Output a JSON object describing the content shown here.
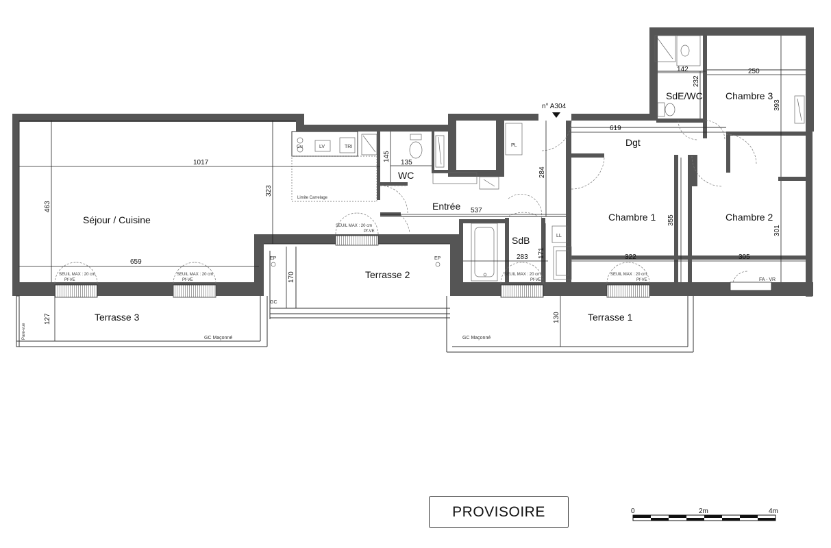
{
  "unit_ref": "n° A304",
  "rooms": {
    "sejour": "Séjour / Cuisine",
    "wc": "WC",
    "entree": "Entrée",
    "sdb": "SdB",
    "dgt": "Dgt",
    "sde": "SdE/WC",
    "chambre1": "Chambre 1",
    "chambre2": "Chambre 2",
    "chambre3": "Chambre 3",
    "terrasse1": "Terrasse 1",
    "terrasse2": "Terrasse 2",
    "terrasse3": "Terrasse 3"
  },
  "dimensions": {
    "d1017": "1017",
    "d463": "463",
    "d323": "323",
    "d659": "659",
    "d135": "135",
    "d145": "145",
    "d284": "284",
    "d537": "537",
    "d619": "619",
    "d142": "142",
    "d232": "232",
    "d250": "250",
    "d393": "393",
    "d355": "355",
    "d322": "322",
    "d283": "283",
    "d171": "171",
    "d301": "301",
    "d305": "305",
    "d170": "170",
    "d127": "127",
    "d130": "130"
  },
  "labels": {
    "cu": "Cu",
    "lv": "LV",
    "tri": "TRI",
    "ll": "LL",
    "pl": "PL",
    "limite": "Limite Carrelage",
    "seuil": "SEUIL MAX : 20 cm",
    "pfve": "Pf-VE",
    "ep": "EP",
    "gc": "GC",
    "gc_maconne": "GC Maçonné",
    "pare_vue": "Pare-vue",
    "fa_vr": "FA - VR"
  },
  "stamp": "PROVISOIRE",
  "scale": {
    "t0": "0",
    "t2": "2m",
    "t4": "4m"
  }
}
